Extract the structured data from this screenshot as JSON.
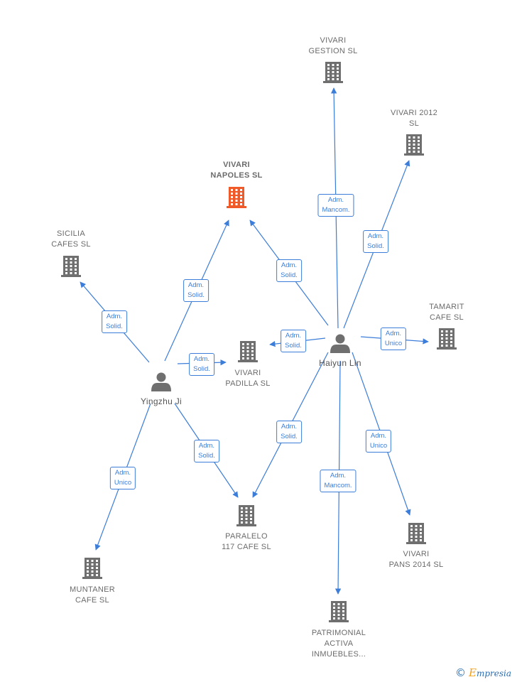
{
  "colors": {
    "edge": "#3c7dd9",
    "company": "#6f6f6f",
    "focus_company": "#f05a28",
    "person": "#6f6f6f"
  },
  "nodes": {
    "vivari_gestion": {
      "label": [
        "VIVARI",
        "GESTION  SL"
      ],
      "icon": "building-icon"
    },
    "vivari_2012": {
      "label": [
        "VIVARI 2012",
        "SL"
      ],
      "icon": "building-icon"
    },
    "vivari_napoles": {
      "label": [
        "VIVARI",
        "NAPOLES  SL"
      ],
      "icon": "building-icon",
      "focus": true
    },
    "sicilia_cafes": {
      "label": [
        "SICILIA",
        "CAFES  SL"
      ],
      "icon": "building-icon"
    },
    "tamarit_cafe": {
      "label": [
        "TAMARIT",
        "CAFE  SL"
      ],
      "icon": "building-icon"
    },
    "vivari_padilla": {
      "label": [
        "VIVARI",
        "PADILLA  SL"
      ],
      "icon": "building-icon"
    },
    "paralelo_117": {
      "label": [
        "PARALELO",
        "117 CAFE  SL"
      ],
      "icon": "building-icon"
    },
    "vivari_pans": {
      "label": [
        "VIVARI",
        "PANS 2014  SL"
      ],
      "icon": "building-icon"
    },
    "muntaner_cafe": {
      "label": [
        "MUNTANER",
        "CAFE  SL"
      ],
      "icon": "building-icon"
    },
    "patrimonial": {
      "label": [
        "PATRIMONIAL",
        "ACTIVA",
        "INMUEBLES..."
      ],
      "icon": "building-icon"
    },
    "haiyun_lin": {
      "label": [
        "Haiyun Lin"
      ],
      "icon": "person-icon"
    },
    "yingzhu_ji": {
      "label": [
        "Yingzhu Ji"
      ],
      "icon": "person-icon"
    }
  },
  "edges": [
    {
      "from": "haiyun_lin",
      "to": "vivari_gestion",
      "label": [
        "Adm.",
        "Mancom."
      ]
    },
    {
      "from": "haiyun_lin",
      "to": "vivari_2012",
      "label": [
        "Adm.",
        "Solid."
      ]
    },
    {
      "from": "haiyun_lin",
      "to": "vivari_napoles",
      "label": [
        "Adm.",
        "Solid."
      ]
    },
    {
      "from": "haiyun_lin",
      "to": "tamarit_cafe",
      "label": [
        "Adm.",
        "Unico"
      ]
    },
    {
      "from": "haiyun_lin",
      "to": "vivari_padilla",
      "label": [
        "Adm.",
        "Solid."
      ]
    },
    {
      "from": "haiyun_lin",
      "to": "paralelo_117",
      "label": [
        "Adm.",
        "Solid."
      ]
    },
    {
      "from": "haiyun_lin",
      "to": "vivari_pans",
      "label": [
        "Adm.",
        "Unico"
      ]
    },
    {
      "from": "haiyun_lin",
      "to": "patrimonial",
      "label": [
        "Adm.",
        "Mancom."
      ]
    },
    {
      "from": "yingzhu_ji",
      "to": "sicilia_cafes",
      "label": [
        "Adm.",
        "Solid."
      ]
    },
    {
      "from": "yingzhu_ji",
      "to": "vivari_napoles",
      "label": [
        "Adm.",
        "Solid."
      ]
    },
    {
      "from": "yingzhu_ji",
      "to": "vivari_padilla",
      "label": [
        "Adm.",
        "Solid."
      ]
    },
    {
      "from": "yingzhu_ji",
      "to": "paralelo_117",
      "label": [
        "Adm.",
        "Solid."
      ]
    },
    {
      "from": "yingzhu_ji",
      "to": "muntaner_cafe",
      "label": [
        "Adm.",
        "Unico"
      ]
    }
  ],
  "brand": {
    "copyright": "©",
    "initial": "E",
    "rest": "mpresia"
  }
}
